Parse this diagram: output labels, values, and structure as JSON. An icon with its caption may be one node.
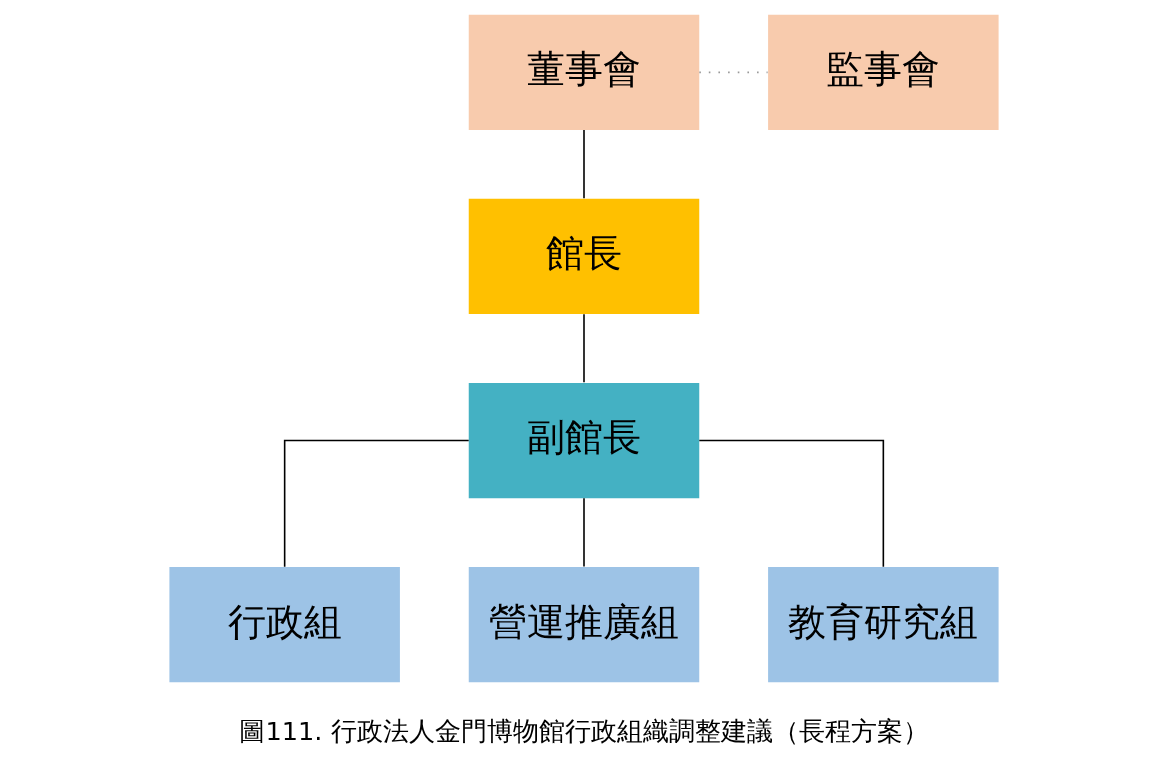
{
  "diagram": {
    "caption": "圖111. 行政法人金門博物館行政組織調整建議（長程方案）",
    "nodes": [
      {
        "text": [
          "董事會"
        ]
      },
      {
        "text": [
          "監事會"
        ]
      },
      {
        "text": [
          "館長"
        ]
      },
      {
        "text": [
          "副館長"
        ]
      },
      {
        "text": [
          "行政組"
        ]
      },
      {
        "text": [
          "營運推廣組"
        ]
      },
      {
        "text": [
          "教育研究組"
        ]
      }
    ],
    "edges": [
      {
        "from": 0,
        "to": 1,
        "arrow": "none",
        "style": "dashed",
        "color": "#999999"
      },
      {
        "from": 0,
        "to": 2,
        "arrow": "none"
      },
      {
        "from": 2,
        "to": 3,
        "arrow": "none"
      },
      {
        "from": 3,
        "to": 4,
        "arrow": "none"
      },
      {
        "from": 3,
        "to": 5,
        "arrow": "none"
      },
      {
        "from": 3,
        "to": 6,
        "arrow": "none"
      }
    ]
  }
}
